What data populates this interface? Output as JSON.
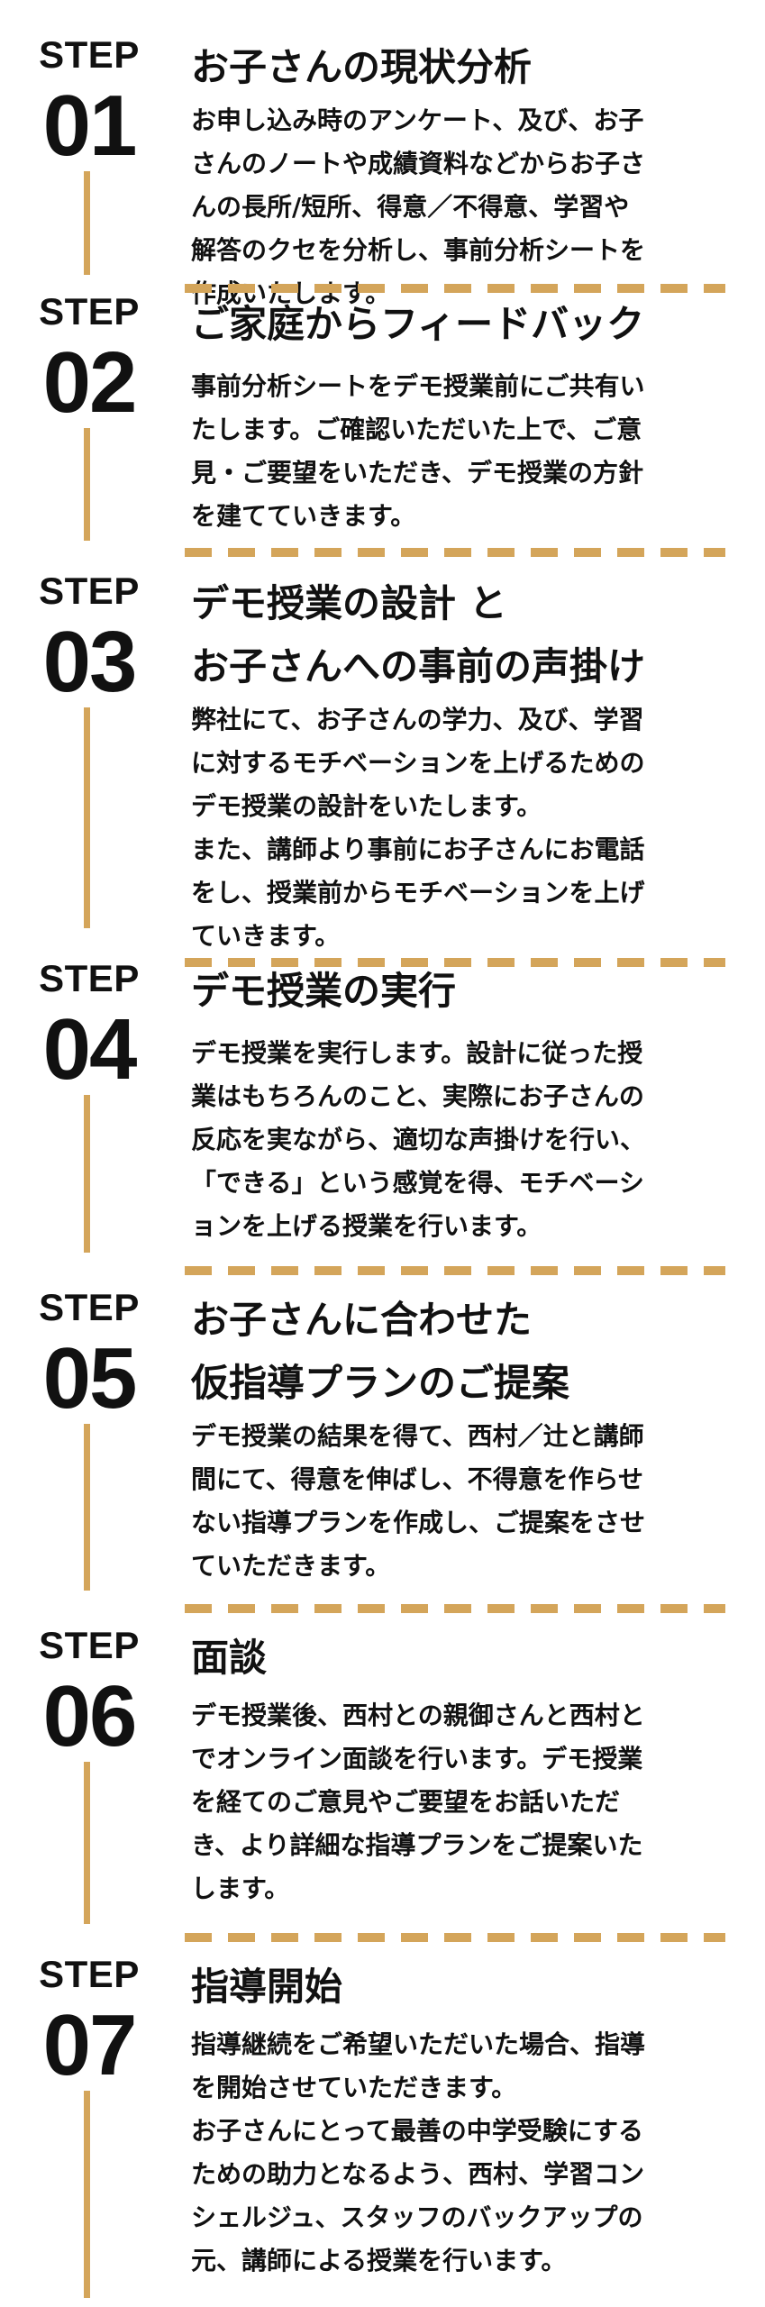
{
  "accent_color": "#d4a55a",
  "steps": [
    {
      "label": "STEP",
      "number": "01",
      "title_lines": [
        "お子さんの現状分析"
      ],
      "body_lines": [
        "お申し込み時のアンケート、及び、お子",
        "さんのノートや成績資料などからお子さ",
        "んの長所/短所、得意／不得意、学習や",
        "解答のクセを分析し、事前分析シートを",
        "作成いたします。"
      ]
    },
    {
      "label": "STEP",
      "number": "02",
      "title_lines": [
        "ご家庭からフィードバック"
      ],
      "body_lines": [
        "事前分析シートをデモ授業前にご共有い",
        "たします。ご確認いただいた上で、ご意",
        "見・ご要望をいただき、デモ授業の方針",
        "を建てていきます。"
      ]
    },
    {
      "label": "STEP",
      "number": "03",
      "title_lines": [
        "デモ授業の設計 と",
        "お子さんへの事前の声掛け"
      ],
      "body_lines": [
        "弊社にて、お子さんの学力、及び、学習",
        "に対するモチベーションを上げるための",
        "デモ授業の設計をいたします。",
        "また、講師より事前にお子さんにお電話",
        "をし、授業前からモチベーションを上げ",
        "ていきます。"
      ]
    },
    {
      "label": "STEP",
      "number": "04",
      "title_lines": [
        "デモ授業の実行"
      ],
      "body_lines": [
        "デモ授業を実行します。設計に従った授",
        "業はもちろんのこと、実際にお子さんの",
        "反応を実ながら、適切な声掛けを行い、",
        "「できる」という感覚を得、モチベーシ",
        "ョンを上げる授業を行います。"
      ]
    },
    {
      "label": "STEP",
      "number": "05",
      "title_lines": [
        "お子さんに合わせた",
        "仮指導プランのご提案"
      ],
      "body_lines": [
        "デモ授業の結果を得て、西村／辻と講師",
        "間にて、得意を伸ばし、不得意を作らせ",
        "ない指導プランを作成し、ご提案をさせ",
        "ていただきます。"
      ]
    },
    {
      "label": "STEP",
      "number": "06",
      "title_lines": [
        "面談"
      ],
      "body_lines": [
        "デモ授業後、西村との親御さんと西村と",
        "でオンライン面談を行います。デモ授業",
        "を経てのご意見やご要望をお話いただ",
        "き、より詳細な指導プランをご提案いた",
        "します。"
      ]
    },
    {
      "label": "STEP",
      "number": "07",
      "title_lines": [
        "指導開始"
      ],
      "body_lines": [
        "指導継続をご希望いただいた場合、指導",
        "を開始させていただきます。",
        "お子さんにとって最善の中学受験にする",
        "ための助力となるよう、西村、学習コン",
        "シェルジュ、スタッフのバックアップの",
        "元、講師による授業を行います。"
      ]
    }
  ]
}
